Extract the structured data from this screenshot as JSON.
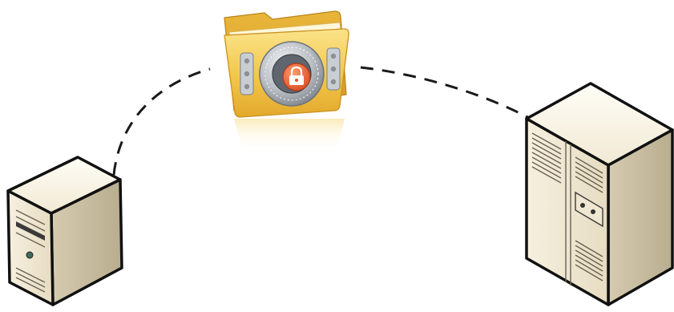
{
  "diagram": {
    "nodes": [
      {
        "id": "client-server",
        "kind": "tower-server",
        "icon": "server-tower-icon"
      },
      {
        "id": "encrypted-folder",
        "kind": "secure-folder",
        "icon": "locked-folder-icon"
      },
      {
        "id": "rack-server",
        "kind": "rack-server",
        "icon": "server-rack-icon"
      }
    ],
    "edges": [
      {
        "from": "client-server",
        "to": "encrypted-folder",
        "style": "dashed"
      },
      {
        "from": "encrypted-folder",
        "to": "rack-server",
        "style": "dashed"
      }
    ]
  },
  "colors": {
    "background": "#ffffff",
    "outline": "#111111",
    "server_front": "#f3ebd6",
    "server_side": "#c9bd9f",
    "server_top": "#faf5e8",
    "folder_yellow": "#f2c64a",
    "lock_orange": "#e8643a",
    "dial_steel": "#b9bec4"
  }
}
